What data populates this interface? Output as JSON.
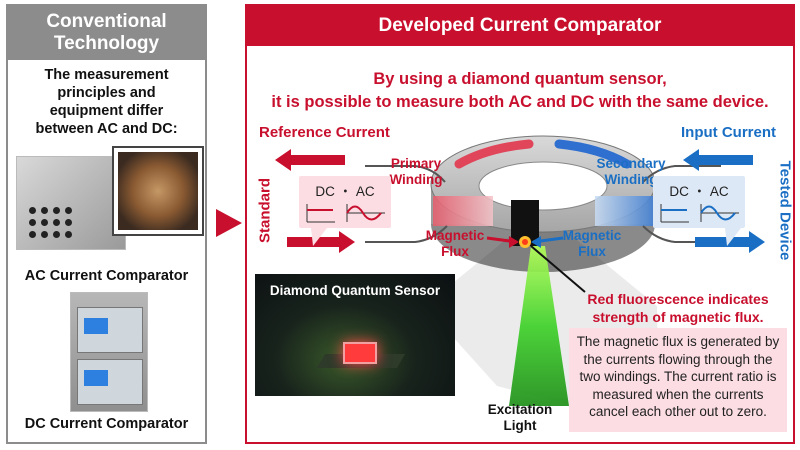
{
  "left": {
    "header": [
      "Conventional",
      "Technology"
    ],
    "description": [
      "The measurement",
      "principles and",
      "equipment differ",
      "between AC and DC:"
    ],
    "ac_label": "AC Current Comparator",
    "dc_label": "DC Current Comparator"
  },
  "right": {
    "header": "Developed Current Comparator",
    "lead": [
      "By using a diamond quantum sensor,",
      "it is possible to measure both AC and DC with the same device."
    ],
    "reference_current": "Reference Current",
    "input_current": "Input Current",
    "standard": "Standard",
    "tested_device": "Tested Device",
    "primary_winding": [
      "Primary",
      "Winding"
    ],
    "secondary_winding": [
      "Secondary",
      "Winding"
    ],
    "magnetic_flux": [
      "Magnetic",
      "Flux"
    ],
    "dc": "DC",
    "bullet": "・",
    "ac": "AC",
    "sensor_title": "Diamond Quantum Sensor",
    "excitation_light": [
      "Excitation",
      "Light"
    ],
    "red_fluorescence": [
      "Red fluorescence indicates",
      "strength of magnetic flux."
    ],
    "info": [
      "The magnetic flux is generated by",
      "the currents flowing through the",
      "two windings. The current ratio is",
      "measured when the currents",
      "cancel each other out to zero."
    ]
  },
  "colors": {
    "red": "#c8102e",
    "blue": "#1a6fc4",
    "gray": "#8c8c8c",
    "pink": "#fbdde3",
    "green": "#3fd12a"
  }
}
